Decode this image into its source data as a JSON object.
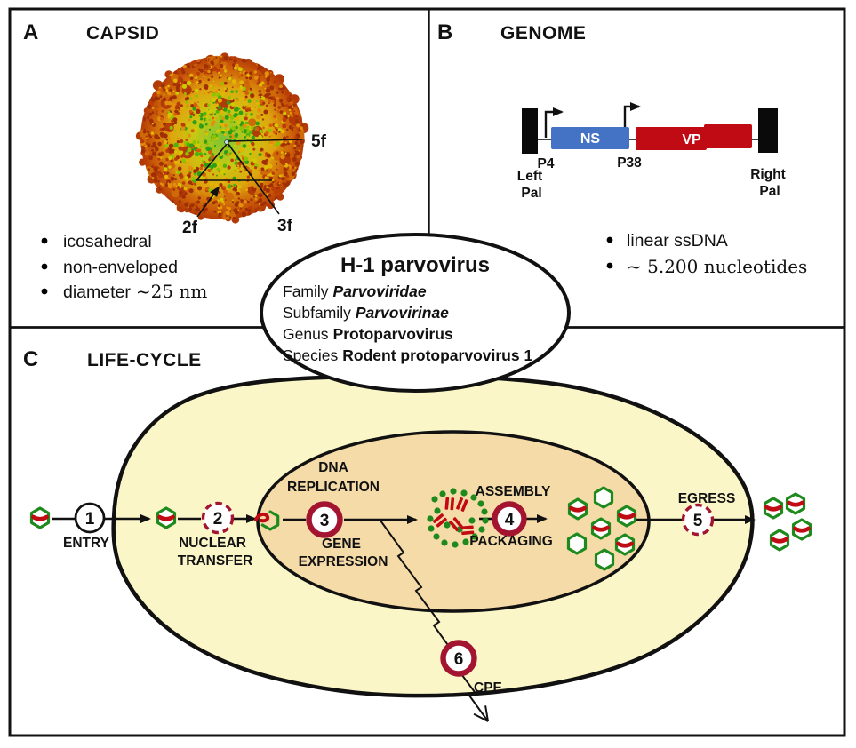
{
  "panel_a": {
    "label": "A",
    "title": "CAPSID",
    "symmetry_labels": {
      "five_fold": "5f",
      "two_fold": "2f",
      "three_fold": "3f"
    },
    "bullets": [
      "icosahedral",
      "non-enveloped"
    ],
    "diameter_bullet": {
      "prefix": "diameter",
      "value": "~25 nm"
    }
  },
  "panel_b": {
    "label": "B",
    "title": "GENOME",
    "map": {
      "left_terminal_line1": "Left",
      "left_terminal_line2": "Pal",
      "right_terminal_line1": "Right",
      "right_terminal_line2": "Pal",
      "promoter_p4": "P4",
      "promoter_p38": "P38",
      "gene_ns": "NS",
      "gene_vp": "VP"
    },
    "bullets": [
      "linear ssDNA",
      "~ 5.200 nucleotides"
    ]
  },
  "taxonomy": {
    "title": "H-1 parvovirus",
    "family_label": "Family",
    "family": "Parvoviridae",
    "subfamily_label": "Subfamily",
    "subfamily": "Parvovirinae",
    "genus_label": "Genus",
    "genus": "Protoparvovirus",
    "species_label": "Species",
    "species": "Rodent protoparvovirus 1"
  },
  "panel_c": {
    "label": "C",
    "title": "LIFE-CYCLE",
    "steps": {
      "entry": {
        "number": "1",
        "label": "ENTRY"
      },
      "nuclear_transfer": {
        "number": "2",
        "line1": "NUCLEAR",
        "line2": "TRANSFER"
      },
      "replication": {
        "number": "3",
        "above1": "DNA",
        "above2": "REPLICATION",
        "below1": "GENE",
        "below2": "EXPRESSION"
      },
      "assembly": {
        "number": "4",
        "above": "ASSEMBLY",
        "below": "PACKAGING"
      },
      "egress": {
        "number": "5",
        "label": "EGRESS"
      },
      "cpe": {
        "number": "6",
        "label": "CPE"
      }
    }
  },
  "colors": {
    "dark_red": "#A31431",
    "bright_red": "#C00A14",
    "green": "#1E8A1E",
    "ns_blue": "#4472C4",
    "cell_fill": "#FAF6C8",
    "nucleus_fill": "#F5DBA8"
  }
}
